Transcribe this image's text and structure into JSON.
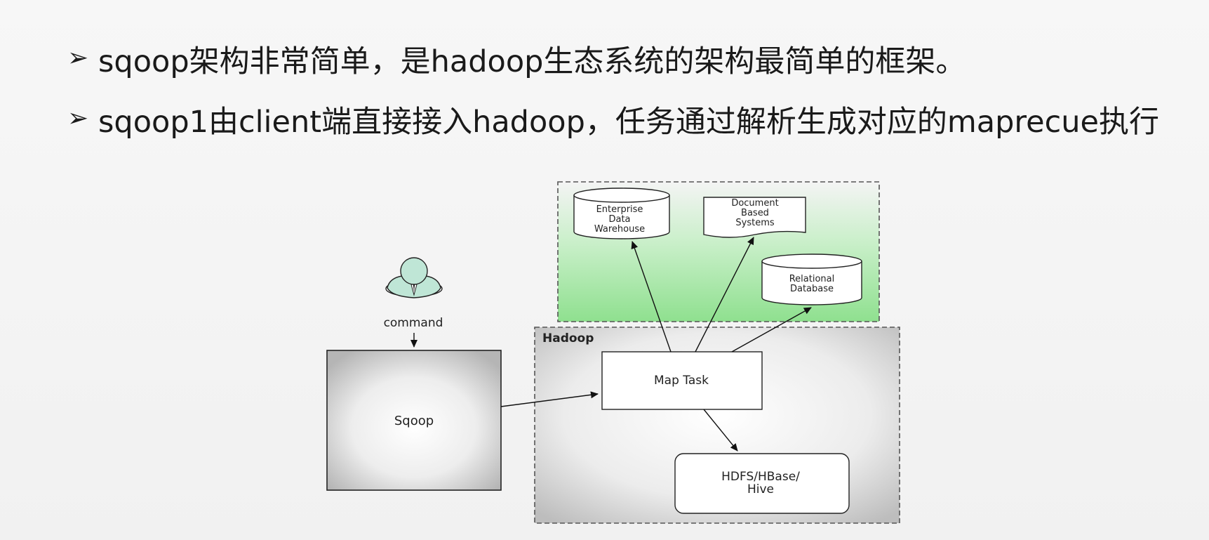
{
  "bullets": [
    {
      "text": "sqoop架构非常简单，是hadoop生态系统的架构最简单的框架。"
    },
    {
      "text": "sqoop1由client端直接接入hadoop，任务通过解析生成对应的maprecue执行"
    }
  ],
  "diagram": {
    "user_label": "command",
    "sqoop_label": "Sqoop",
    "hadoop_title": "Hadoop",
    "map_task_label": "Map Task",
    "hdfs_label_line1": "HDFS/HBase/",
    "hdfs_label_line2": "Hive",
    "edw_lines": [
      "Enterprise",
      "Data",
      "Warehouse"
    ],
    "doc_lines": [
      "Document",
      "Based",
      "Systems"
    ],
    "rdb_lines": [
      "Relational",
      "Database"
    ]
  },
  "icons": {
    "bullet": "arrowhead-bullet-icon",
    "user": "user-icon"
  },
  "colors": {
    "external_region_green": "#9be39b",
    "text": "#1a1a1a"
  }
}
